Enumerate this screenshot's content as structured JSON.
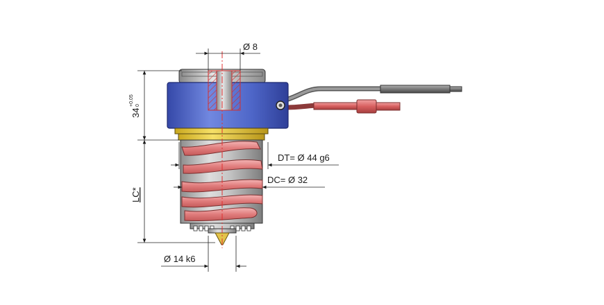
{
  "labels": {
    "bore_diameter": "Ø 8",
    "height_main": "34",
    "height_tol_upper": "+0.05",
    "height_tol_lower": "0",
    "length_lc": "LC*",
    "dt": "DT= Ø 44 g6",
    "dc": "DC= Ø 32",
    "nozzle_diameter": "Ø 14 k6"
  },
  "colors": {
    "housing_blue": "#4f68c9",
    "heater_coil": "#e48f8f",
    "cable_red": "#d85a5a",
    "cable_grey": "#7a7a7a",
    "ring_yellow": "#f0d33a",
    "body_grey": "#b9b9b9",
    "centerline": "#e03030"
  }
}
